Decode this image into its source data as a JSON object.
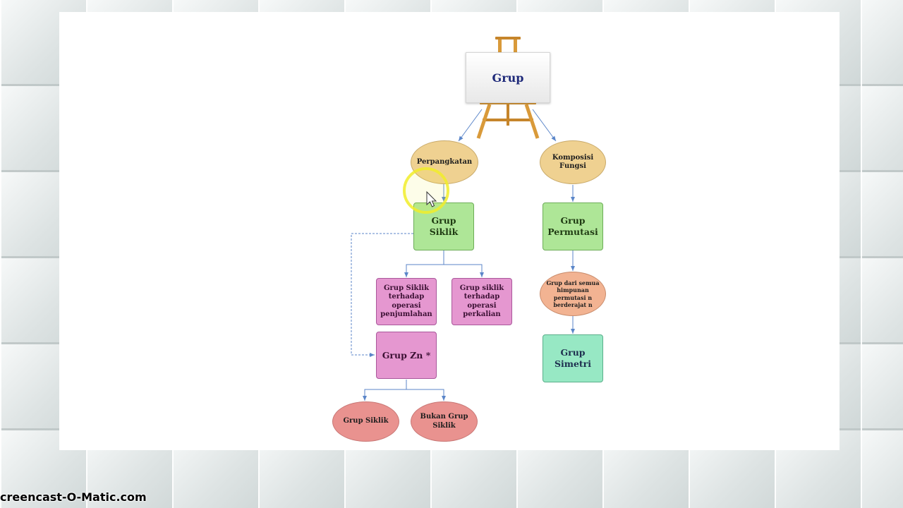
{
  "diagram": {
    "root": "Grup",
    "left_branch": {
      "parent": "Perpangkatan",
      "child": "Grup Siklik",
      "subtypes": [
        "Grup Siklik terhadap operasi penjumlahan",
        "Grup siklik terhadap operasi perkalian"
      ],
      "zn": "Grup Zn *",
      "zn_children": [
        "Grup Siklik",
        "Bukan Grup Siklik"
      ]
    },
    "right_branch": {
      "parent": "Komposisi Fungsi",
      "child": "Grup Permutasi",
      "set": "Grup dari semua himpunan permutasi n berderajat n",
      "result": "Grup Simetri"
    }
  },
  "watermark": "creencast-O-Matic.com",
  "colors": {
    "tan": "#efd191",
    "green": "#aee697",
    "pink": "#e597d0",
    "teal": "#97e8c4",
    "salmon": "#f2b392",
    "red_oval": "#e9928f",
    "connector": "#5b86c9",
    "highlight": "#f2ee2a"
  }
}
